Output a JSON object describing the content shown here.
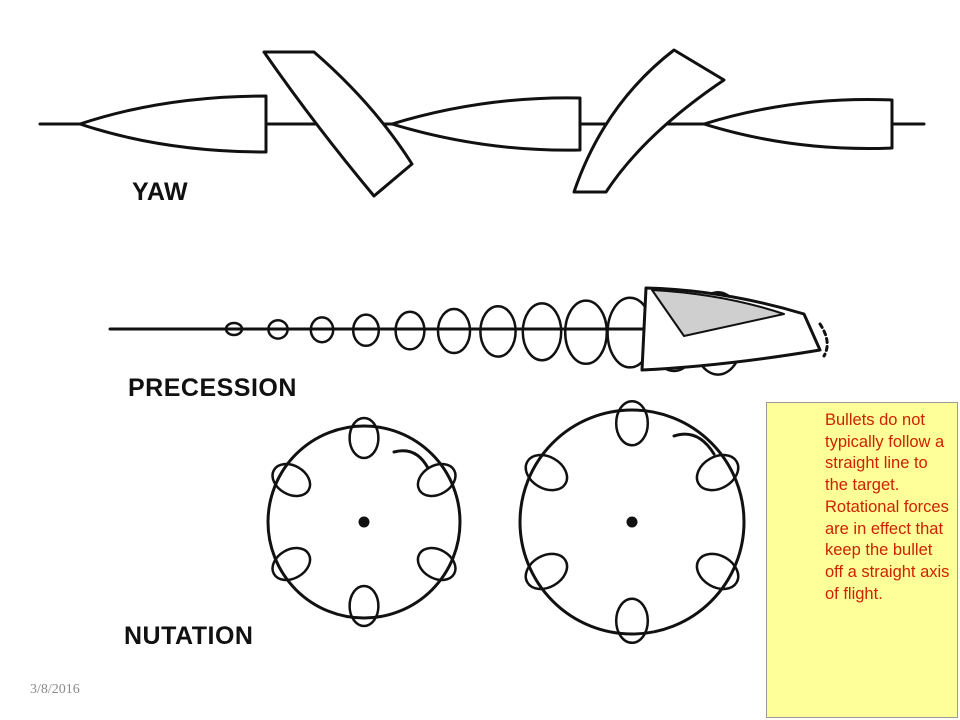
{
  "diagram": {
    "labels": {
      "yaw": "YAW",
      "precession": "PRECESSION",
      "nutation": "NUTATION"
    },
    "colors": {
      "ink": "#111111",
      "background": "#ffffff"
    }
  },
  "footer": {
    "date": "3/8/2016"
  },
  "note": {
    "text": "Bullets do not typically follow a straight line to the target. Rotational forces are in effect that keep the bullet off a straight axis of flight.",
    "background": "#ffff99",
    "text_color": "#cc2200"
  }
}
